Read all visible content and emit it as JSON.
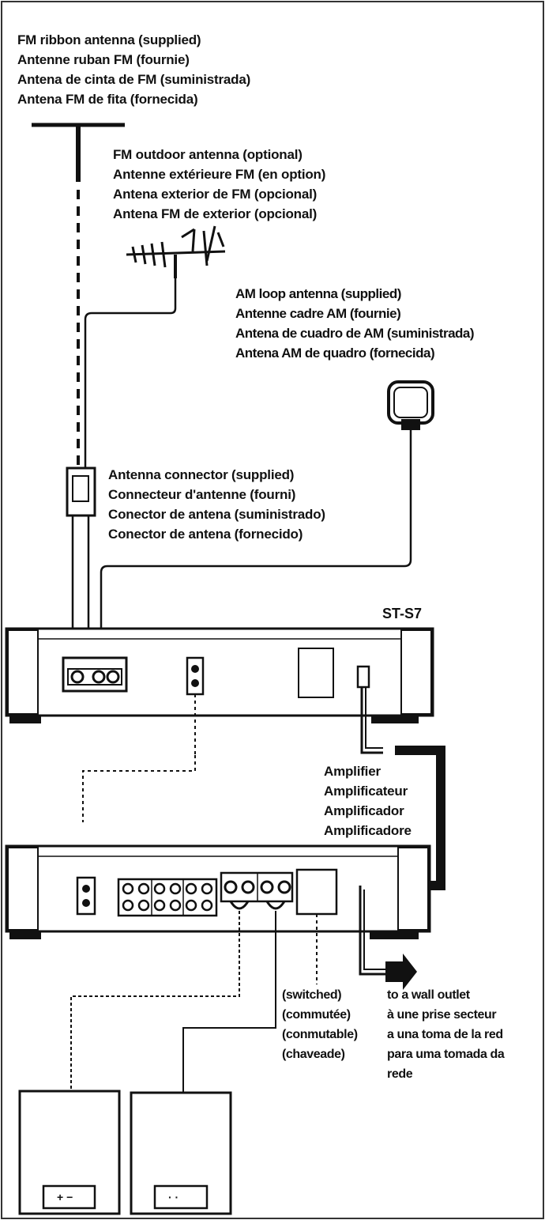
{
  "labels": {
    "fm_ribbon_antenna": [
      "FM ribbon antenna (supplied)",
      "Antenne ruban FM (fournie)",
      "Antena de cinta de FM (suministrada)",
      "Antena FM de fita (fornecida)"
    ],
    "fm_outdoor_antenna": [
      "FM outdoor antenna (optional)",
      "Antenne extérieure FM (en option)",
      "Antena exterior de FM (opcional)",
      "Antena FM de exterior (opcional)"
    ],
    "am_loop_antenna": [
      "AM loop antenna (supplied)",
      "Antenne cadre AM (fournie)",
      "Antena de cuadro de AM (suministrada)",
      "Antena AM de quadro (fornecida)"
    ],
    "antenna_connector": [
      "Antenna connector (supplied)",
      "Connecteur d'antenne (fourni)",
      "Conector de antena (suministrado)",
      "Conector de antena (fornecido)"
    ],
    "amplifier": [
      "Amplifier",
      "Amplificateur",
      "Amplificador",
      "Amplificadore"
    ],
    "switched": [
      "(switched)",
      "(commutée)",
      "(conmutable)",
      "(chaveade)"
    ],
    "wall_outlet": [
      "to a wall outlet",
      "à une prise secteur",
      "a una toma de la red",
      "para uma tomada da",
      "rede"
    ]
  },
  "model": "ST-S7"
}
